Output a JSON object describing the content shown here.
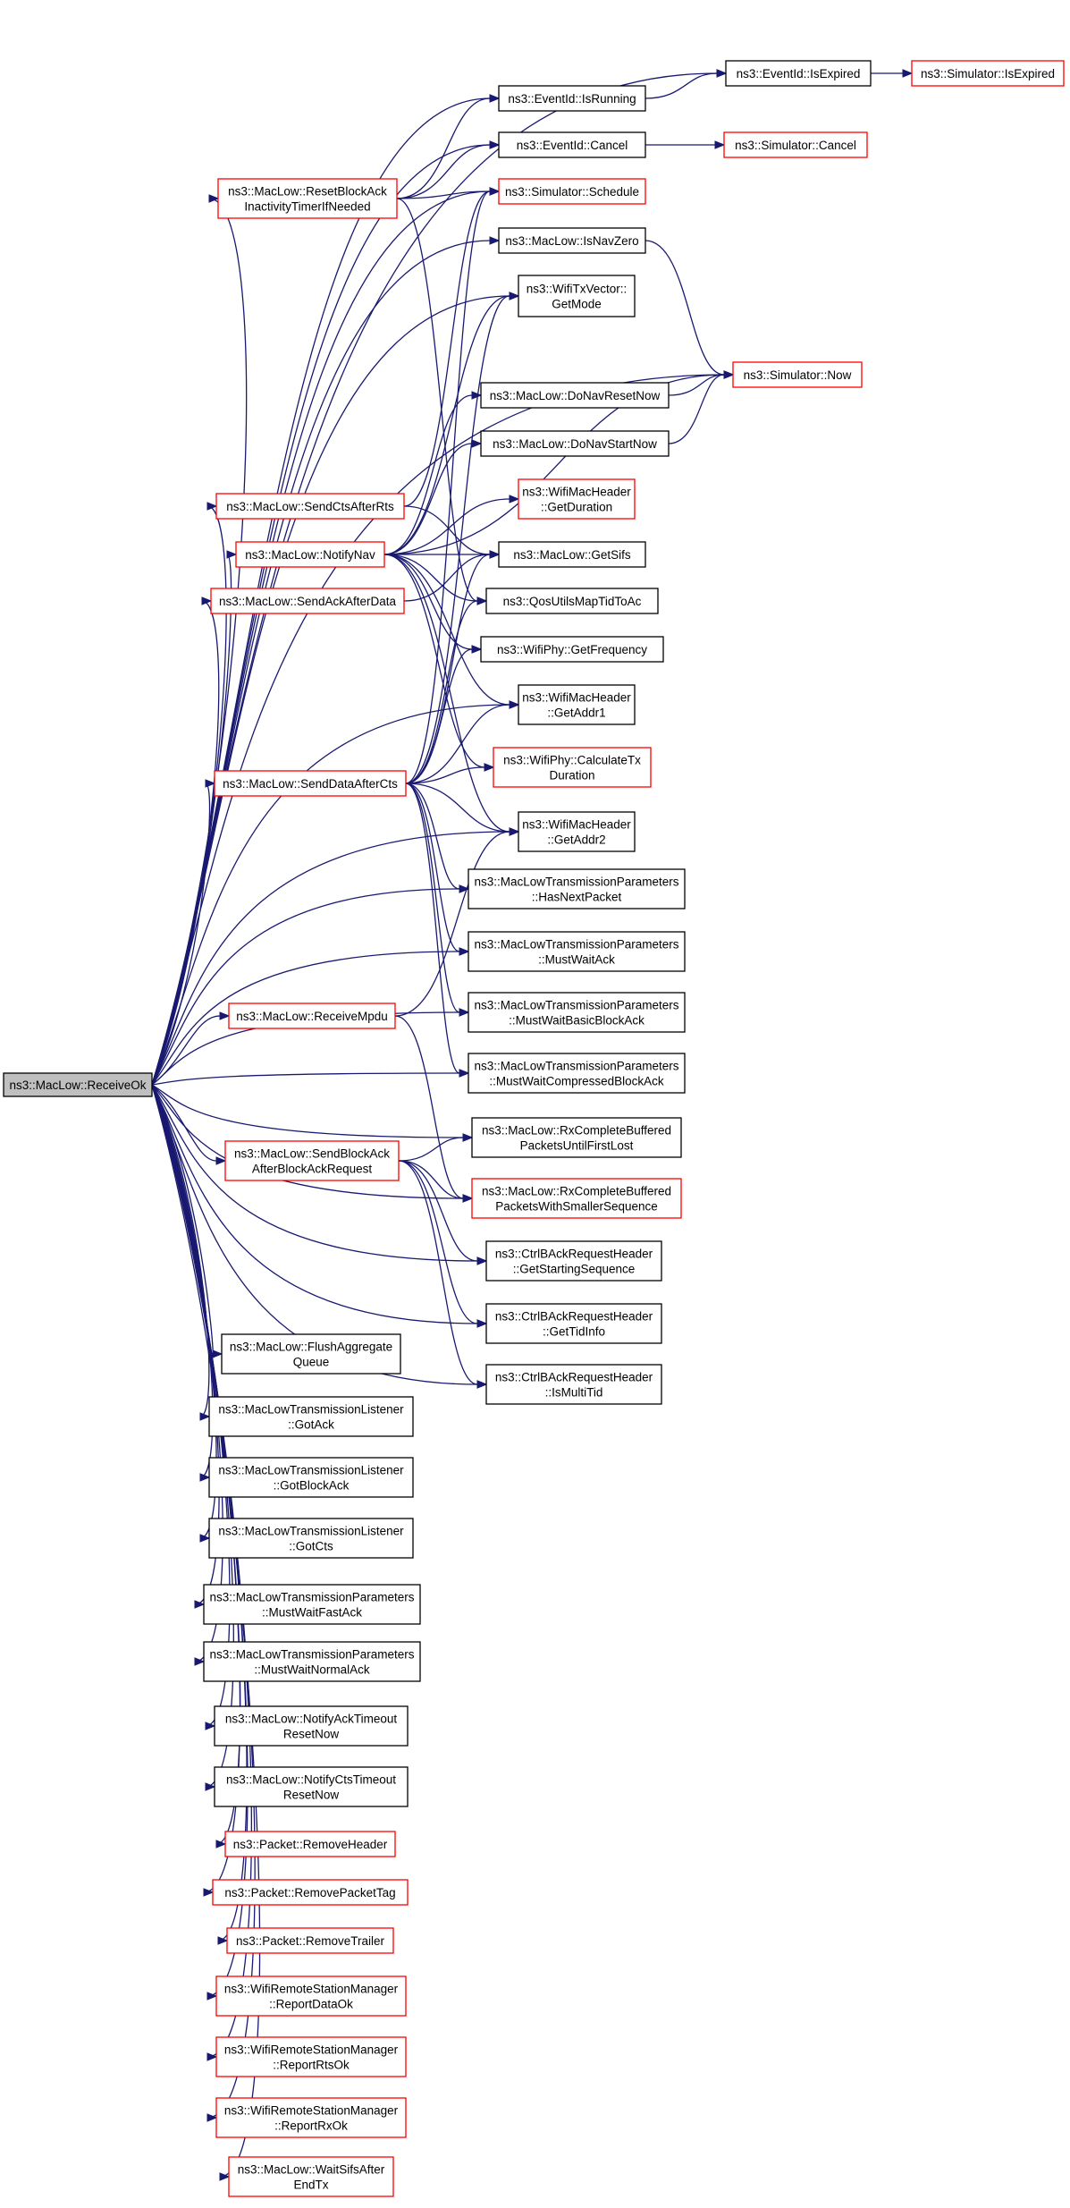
{
  "colors": {
    "edge": "#191970",
    "normal_border": "#000000",
    "truncated_border": "#ff0000",
    "root_fill": "#bfbfbf",
    "node_fill": "#ffffff"
  },
  "nodes": [
    {
      "id": "receiveok",
      "lines": [
        "ns3::MacLow::ReceiveOk"
      ],
      "style": "root"
    },
    {
      "id": "isexpired",
      "lines": [
        "ns3::EventId::IsExpired"
      ],
      "style": "black"
    },
    {
      "id": "sim_isexpired",
      "lines": [
        "ns3::Simulator::IsExpired"
      ],
      "style": "red"
    },
    {
      "id": "isrunning",
      "lines": [
        "ns3::EventId::IsRunning"
      ],
      "style": "black"
    },
    {
      "id": "cancel",
      "lines": [
        "ns3::EventId::Cancel"
      ],
      "style": "black"
    },
    {
      "id": "sim_cancel",
      "lines": [
        "ns3::Simulator::Cancel"
      ],
      "style": "red"
    },
    {
      "id": "resetblockack",
      "lines": [
        "ns3::MacLow::ResetBlockAck",
        "InactivityTimerIfNeeded"
      ],
      "style": "red"
    },
    {
      "id": "schedule",
      "lines": [
        "ns3::Simulator::Schedule"
      ],
      "style": "red"
    },
    {
      "id": "isnavzero",
      "lines": [
        "ns3::MacLow::IsNavZero"
      ],
      "style": "black"
    },
    {
      "id": "getmode",
      "lines": [
        "ns3::WifiTxVector::",
        "GetMode"
      ],
      "style": "black"
    },
    {
      "id": "now",
      "lines": [
        "ns3::Simulator::Now"
      ],
      "style": "red"
    },
    {
      "id": "donavresetnow",
      "lines": [
        "ns3::MacLow::DoNavResetNow"
      ],
      "style": "black"
    },
    {
      "id": "donavstartnow",
      "lines": [
        "ns3::MacLow::DoNavStartNow"
      ],
      "style": "black"
    },
    {
      "id": "getduration",
      "lines": [
        "ns3::WifiMacHeader",
        "::GetDuration"
      ],
      "style": "red"
    },
    {
      "id": "sendctsafterrts",
      "lines": [
        "ns3::MacLow::SendCtsAfterRts"
      ],
      "style": "red"
    },
    {
      "id": "notifynav",
      "lines": [
        "ns3::MacLow::NotifyNav"
      ],
      "style": "red"
    },
    {
      "id": "getsifs",
      "lines": [
        "ns3::MacLow::GetSifs"
      ],
      "style": "black"
    },
    {
      "id": "sendackafterdata",
      "lines": [
        "ns3::MacLow::SendAckAfterData"
      ],
      "style": "red"
    },
    {
      "id": "qosutils",
      "lines": [
        "ns3::QosUtilsMapTidToAc"
      ],
      "style": "black"
    },
    {
      "id": "getfrequency",
      "lines": [
        "ns3::WifiPhy::GetFrequency"
      ],
      "style": "black"
    },
    {
      "id": "getaddr1",
      "lines": [
        "ns3::WifiMacHeader",
        "::GetAddr1"
      ],
      "style": "black"
    },
    {
      "id": "senddataaftercts",
      "lines": [
        "ns3::MacLow::SendDataAfterCts"
      ],
      "style": "red"
    },
    {
      "id": "calctxduration",
      "lines": [
        "ns3::WifiPhy::CalculateTx",
        "Duration"
      ],
      "style": "red"
    },
    {
      "id": "getaddr2",
      "lines": [
        "ns3::WifiMacHeader",
        "::GetAddr2"
      ],
      "style": "black"
    },
    {
      "id": "hasnextpacket",
      "lines": [
        "ns3::MacLowTransmissionParameters",
        "::HasNextPacket"
      ],
      "style": "black"
    },
    {
      "id": "mustwaitack",
      "lines": [
        "ns3::MacLowTransmissionParameters",
        "::MustWaitAck"
      ],
      "style": "black"
    },
    {
      "id": "receivempdu",
      "lines": [
        "ns3::MacLow::ReceiveMpdu"
      ],
      "style": "red"
    },
    {
      "id": "mustwaitbasic",
      "lines": [
        "ns3::MacLowTransmissionParameters",
        "::MustWaitBasicBlockAck"
      ],
      "style": "black"
    },
    {
      "id": "mustwaitcompressed",
      "lines": [
        "ns3::MacLowTransmissionParameters",
        "::MustWaitCompressedBlockAck"
      ],
      "style": "black"
    },
    {
      "id": "rxfirstlost",
      "lines": [
        "ns3::MacLow::RxCompleteBuffered",
        "PacketsUntilFirstLost"
      ],
      "style": "black"
    },
    {
      "id": "sendblockack",
      "lines": [
        "ns3::MacLow::SendBlockAck",
        "AfterBlockAckRequest"
      ],
      "style": "red"
    },
    {
      "id": "rxsmaller",
      "lines": [
        "ns3::MacLow::RxCompleteBuffered",
        "PacketsWithSmallerSequence"
      ],
      "style": "red"
    },
    {
      "id": "startingseq",
      "lines": [
        "ns3::CtrlBAckRequestHeader",
        "::GetStartingSequence"
      ],
      "style": "black"
    },
    {
      "id": "gettidinfo",
      "lines": [
        "ns3::CtrlBAckRequestHeader",
        "::GetTidInfo"
      ],
      "style": "black"
    },
    {
      "id": "ismultitid",
      "lines": [
        "ns3::CtrlBAckRequestHeader",
        "::IsMultiTid"
      ],
      "style": "black"
    },
    {
      "id": "flushagg",
      "lines": [
        "ns3::MacLow::FlushAggregate",
        "Queue"
      ],
      "style": "black"
    },
    {
      "id": "gotack",
      "lines": [
        "ns3::MacLowTransmissionListener",
        "::GotAck"
      ],
      "style": "black"
    },
    {
      "id": "gotblockack",
      "lines": [
        "ns3::MacLowTransmissionListener",
        "::GotBlockAck"
      ],
      "style": "black"
    },
    {
      "id": "gotcts",
      "lines": [
        "ns3::MacLowTransmissionListener",
        "::GotCts"
      ],
      "style": "black"
    },
    {
      "id": "mustwaitfast",
      "lines": [
        "ns3::MacLowTransmissionParameters",
        "::MustWaitFastAck"
      ],
      "style": "black"
    },
    {
      "id": "mustwaitnormal",
      "lines": [
        "ns3::MacLowTransmissionParameters",
        "::MustWaitNormalAck"
      ],
      "style": "black"
    },
    {
      "id": "notifyacktimeout",
      "lines": [
        "ns3::MacLow::NotifyAckTimeout",
        "ResetNow"
      ],
      "style": "black"
    },
    {
      "id": "notifyctstimeout",
      "lines": [
        "ns3::MacLow::NotifyCtsTimeout",
        "ResetNow"
      ],
      "style": "black"
    },
    {
      "id": "removeheader",
      "lines": [
        "ns3::Packet::RemoveHeader"
      ],
      "style": "red"
    },
    {
      "id": "removepackettag",
      "lines": [
        "ns3::Packet::RemovePacketTag"
      ],
      "style": "red"
    },
    {
      "id": "removetrailer",
      "lines": [
        "ns3::Packet::RemoveTrailer"
      ],
      "style": "red"
    },
    {
      "id": "reportdataok",
      "lines": [
        "ns3::WifiRemoteStationManager",
        "::ReportDataOk"
      ],
      "style": "red"
    },
    {
      "id": "reportrtsok",
      "lines": [
        "ns3::WifiRemoteStationManager",
        "::ReportRtsOk"
      ],
      "style": "red"
    },
    {
      "id": "reportrxok",
      "lines": [
        "ns3::WifiRemoteStationManager",
        "::ReportRxOk"
      ],
      "style": "red"
    },
    {
      "id": "waitsifs",
      "lines": [
        "ns3::MacLow::WaitSifsAfter",
        "EndTx"
      ],
      "style": "red"
    }
  ],
  "edges": [
    [
      "receiveok",
      "isexpired"
    ],
    [
      "receiveok",
      "isrunning"
    ],
    [
      "receiveok",
      "cancel"
    ],
    [
      "receiveok",
      "resetblockack"
    ],
    [
      "receiveok",
      "schedule"
    ],
    [
      "receiveok",
      "isnavzero"
    ],
    [
      "receiveok",
      "getmode"
    ],
    [
      "receiveok",
      "now"
    ],
    [
      "receiveok",
      "sendctsafterrts"
    ],
    [
      "receiveok",
      "notifynav"
    ],
    [
      "receiveok",
      "sendackafterdata"
    ],
    [
      "receiveok",
      "getaddr1"
    ],
    [
      "receiveok",
      "senddataaftercts"
    ],
    [
      "receiveok",
      "getaddr2"
    ],
    [
      "receiveok",
      "hasnextpacket"
    ],
    [
      "receiveok",
      "mustwaitack"
    ],
    [
      "receiveok",
      "receivempdu"
    ],
    [
      "receiveok",
      "mustwaitbasic"
    ],
    [
      "receiveok",
      "mustwaitcompressed"
    ],
    [
      "receiveok",
      "rxfirstlost"
    ],
    [
      "receiveok",
      "sendblockack"
    ],
    [
      "receiveok",
      "rxsmaller"
    ],
    [
      "receiveok",
      "startingseq"
    ],
    [
      "receiveok",
      "gettidinfo"
    ],
    [
      "receiveok",
      "ismultitid"
    ],
    [
      "receiveok",
      "flushagg"
    ],
    [
      "receiveok",
      "gotack"
    ],
    [
      "receiveok",
      "gotblockack"
    ],
    [
      "receiveok",
      "gotcts"
    ],
    [
      "receiveok",
      "mustwaitfast"
    ],
    [
      "receiveok",
      "mustwaitnormal"
    ],
    [
      "receiveok",
      "notifyacktimeout"
    ],
    [
      "receiveok",
      "notifyctstimeout"
    ],
    [
      "receiveok",
      "removeheader"
    ],
    [
      "receiveok",
      "removepackettag"
    ],
    [
      "receiveok",
      "removetrailer"
    ],
    [
      "receiveok",
      "reportdataok"
    ],
    [
      "receiveok",
      "reportrtsok"
    ],
    [
      "receiveok",
      "reportrxok"
    ],
    [
      "receiveok",
      "waitsifs"
    ],
    [
      "isexpired",
      "sim_isexpired"
    ],
    [
      "isrunning",
      "isexpired"
    ],
    [
      "cancel",
      "sim_cancel"
    ],
    [
      "resetblockack",
      "isrunning"
    ],
    [
      "resetblockack",
      "cancel"
    ],
    [
      "resetblockack",
      "schedule"
    ],
    [
      "resetblockack",
      "qosutils"
    ],
    [
      "isnavzero",
      "now"
    ],
    [
      "donavresetnow",
      "now"
    ],
    [
      "donavstartnow",
      "now"
    ],
    [
      "sendctsafterrts",
      "schedule"
    ],
    [
      "sendctsafterrts",
      "getsifs"
    ],
    [
      "notifynav",
      "getmode"
    ],
    [
      "notifynav",
      "now"
    ],
    [
      "notifynav",
      "donavresetnow"
    ],
    [
      "notifynav",
      "donavstartnow"
    ],
    [
      "notifynav",
      "getduration"
    ],
    [
      "notifynav",
      "getsifs"
    ],
    [
      "notifynav",
      "qosutils"
    ],
    [
      "notifynav",
      "getfrequency"
    ],
    [
      "notifynav",
      "getaddr1"
    ],
    [
      "notifynav",
      "calctxduration"
    ],
    [
      "notifynav",
      "getaddr2"
    ],
    [
      "sendackafterdata",
      "getsifs"
    ],
    [
      "senddataaftercts",
      "schedule"
    ],
    [
      "senddataaftercts",
      "getmode"
    ],
    [
      "senddataaftercts",
      "getsifs"
    ],
    [
      "senddataaftercts",
      "qosutils"
    ],
    [
      "senddataaftercts",
      "getfrequency"
    ],
    [
      "senddataaftercts",
      "getaddr1"
    ],
    [
      "senddataaftercts",
      "calctxduration"
    ],
    [
      "senddataaftercts",
      "getaddr2"
    ],
    [
      "senddataaftercts",
      "hasnextpacket"
    ],
    [
      "senddataaftercts",
      "mustwaitack"
    ],
    [
      "senddataaftercts",
      "mustwaitbasic"
    ],
    [
      "senddataaftercts",
      "mustwaitcompressed"
    ],
    [
      "receivempdu",
      "getaddr2"
    ],
    [
      "receivempdu",
      "rxsmaller"
    ],
    [
      "sendblockack",
      "rxfirstlost"
    ],
    [
      "sendblockack",
      "rxsmaller"
    ],
    [
      "sendblockack",
      "startingseq"
    ],
    [
      "sendblockack",
      "gettidinfo"
    ],
    [
      "sendblockack",
      "ismultitid"
    ]
  ]
}
